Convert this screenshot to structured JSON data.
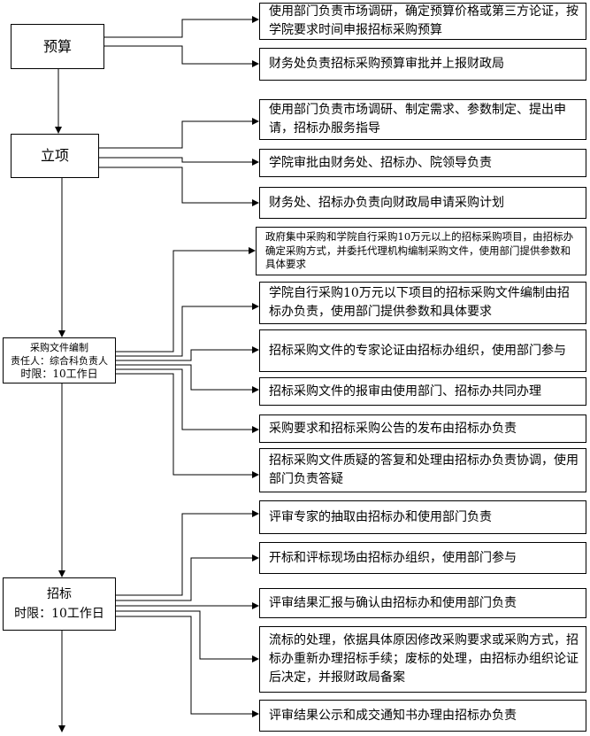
{
  "stages": {
    "budget": "预算",
    "approval": "立项",
    "docs": {
      "title": "采购文件编制",
      "owner": "责任人：综合科负责人",
      "limit": "时限：10工作日"
    },
    "tender": {
      "title": "招标",
      "limit": "时限：10工作日"
    }
  },
  "budget_notes": [
    "使用部门负责市场调研，确定预算价格或第三方论证，按学院要求时间申报招标采购预算",
    "财务处负责招标采购预算审批并上报财政局"
  ],
  "approval_notes": [
    "使用部门负责市场调研、制定需求、参数制定、提出申请，招标办服务指导",
    "学院审批由财务处、招标办、院领导负责",
    "财务处、招标办负责向财政局申请采购计划"
  ],
  "docs_notes": [
    "政府集中采购和学院自行采购10万元以上的招标采购项目，由招标办确定采购方式，并委托代理机构编制采购文件，使用部门提供参数和具体要求",
    "学院自行采购10万元以下项目的招标采购文件编制由招标办负责，使用部门提供参数和具体要求",
    "招标采购文件的专家论证由招标办组织，使用部门参与",
    "招标采购文件的报审由使用部门、招标办共同办理",
    "采购要求和招标采购公告的发布由招标办负责",
    "招标采购文件质疑的答复和处理由招标办负责协调，使用部门负责答疑"
  ],
  "tender_notes": [
    "评审专家的抽取由招标办和使用部门负责",
    "开标和评标现场由招标办组织，使用部门参与",
    "评审结果汇报与确认由招标办和使用部门负责",
    "流标的处理，依据具体原因修改采购要求或采购方式，招标办重新办理招标手续；废标的处理，由招标办组织论证后决定，并报财政局备案",
    "评审结果公示和成交通知书办理由招标办负责"
  ]
}
